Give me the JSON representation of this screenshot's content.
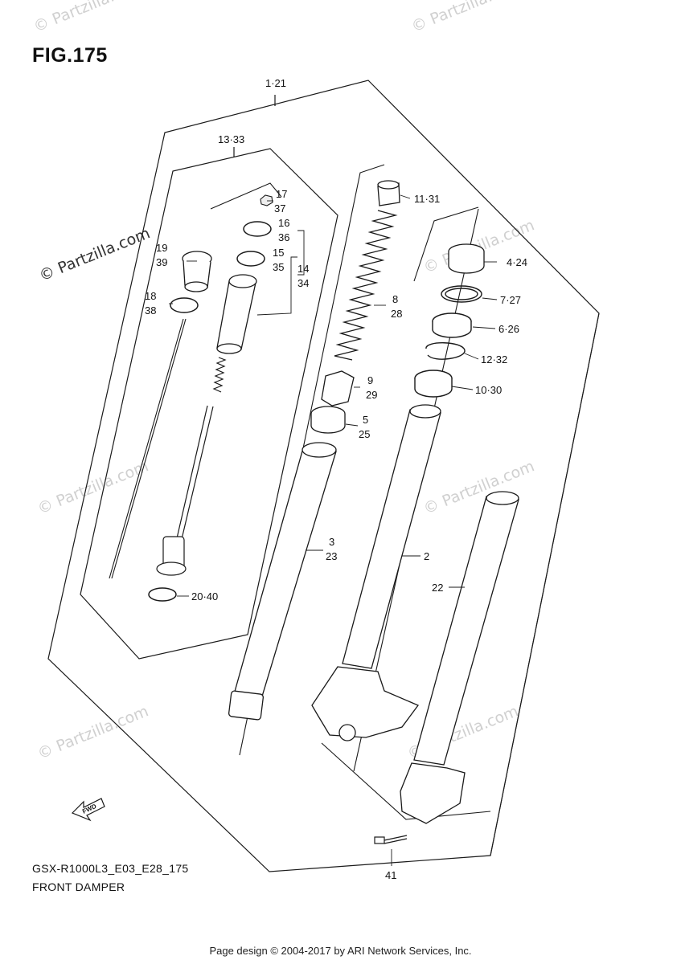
{
  "figure": {
    "title": "FIG.175",
    "model_code": "GSX-R1000L3_E03_E28_175",
    "name": "FRONT DAMPER"
  },
  "watermarks": {
    "main": "© Partzilla.com",
    "faint": "© Partzilla.com"
  },
  "callouts": {
    "c1_21": "1·21",
    "c13_33": "13·33",
    "c17": "17",
    "c37": "37",
    "c16": "16",
    "c36": "36",
    "c15": "15",
    "c35": "35",
    "c14": "14",
    "c34": "34",
    "c19": "19",
    "c39": "39",
    "c18": "18",
    "c38": "38",
    "c20_40": "20·40",
    "c11_31": "11·31",
    "c8": "8",
    "c28": "28",
    "c9": "9",
    "c29": "29",
    "c5": "5",
    "c25": "25",
    "c3": "3",
    "c23": "23",
    "c2": "2",
    "c4_24": "4·24",
    "c7_27": "7·27",
    "c6_26": "6·26",
    "c12_32": "12·32",
    "c10_30": "10·30",
    "c22": "22",
    "c41": "41"
  },
  "fwd_label": "FWD",
  "footer": "Page design © 2004-2017 by ARI Network Services, Inc.",
  "colors": {
    "line": "#1a1a1a",
    "watermark": "#d0d0d0"
  }
}
